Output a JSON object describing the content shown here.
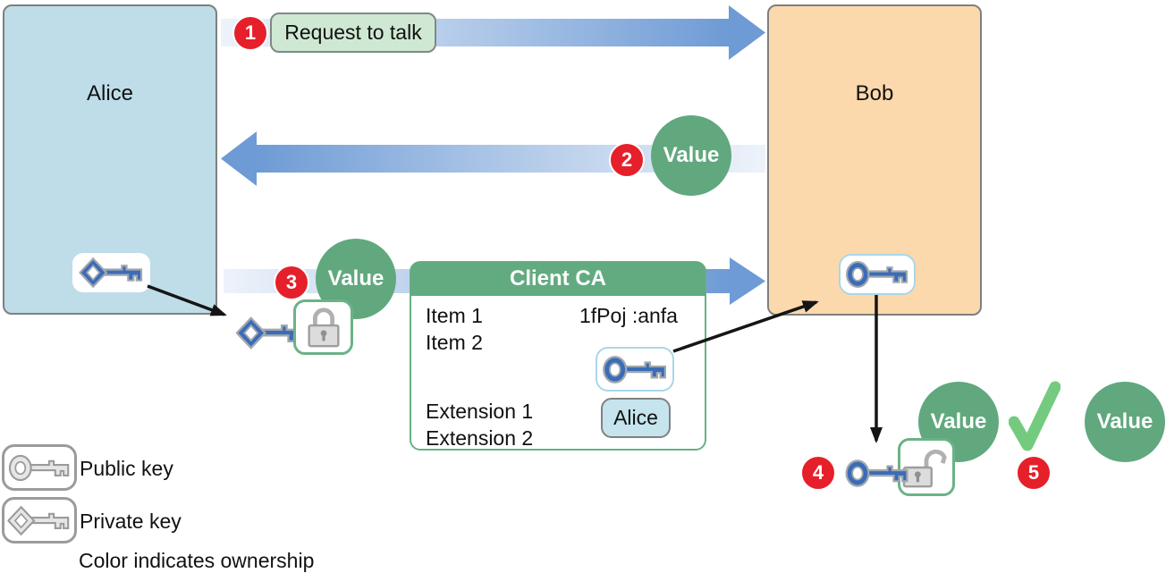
{
  "diagram": {
    "actors": {
      "alice": "Alice",
      "bob": "Bob"
    },
    "steps": [
      {
        "num": "1",
        "label": "Request to talk"
      },
      {
        "num": "2",
        "label": "Value"
      },
      {
        "num": "3",
        "label": "Value"
      },
      {
        "num": "4",
        "label": "Value"
      },
      {
        "num": "5",
        "label": "Value"
      }
    ],
    "certificate": {
      "title": "Client CA",
      "item1": "Item 1",
      "item2": "Item 2",
      "signature": "1fPoj :anfa",
      "subject": "Alice",
      "extension1": "Extension 1",
      "extension2": "Extension 2"
    },
    "legend": {
      "public_key": "Public key",
      "private_key": "Private key",
      "note": "Color indicates ownership"
    },
    "icons": {
      "public_key": "public-key-icon",
      "private_key": "private-key-icon",
      "padlock_closed": "padlock-closed-icon",
      "padlock_open": "padlock-open-icon",
      "checkmark": "checkmark-icon",
      "number_badge": "red-number-badge"
    },
    "colors": {
      "alice_fill": "#bedde8",
      "bob_fill": "#fbd9ac",
      "arrow_blue": "#6e9bd5",
      "value_green": "#61a87e",
      "cert_header_green": "#62ab80",
      "cert_border_green": "#68b184",
      "badge_red": "#e5202a",
      "request_chip_green": "#cfe8d3",
      "key_blue": "#3a6cb8",
      "check_green": "#74cb80"
    }
  }
}
